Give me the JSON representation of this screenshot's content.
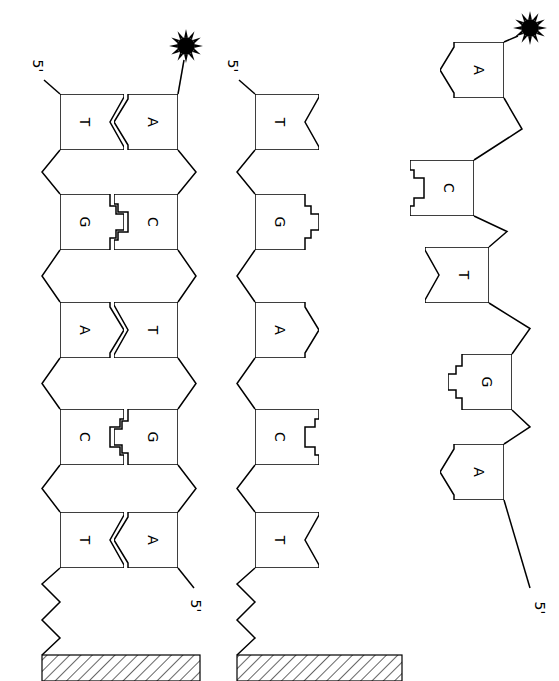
{
  "diagram": {
    "nodes": [
      {
        "text": [
          "T"
        ]
      },
      {
        "text": [
          "G"
        ]
      },
      {
        "text": [
          "A"
        ]
      },
      {
        "text": [
          "C"
        ]
      },
      {
        "text": [
          "T"
        ]
      },
      {
        "text": [
          "A"
        ]
      },
      {
        "text": [
          "C"
        ]
      },
      {
        "text": [
          "T"
        ]
      },
      {
        "text": [
          "G"
        ]
      },
      {
        "text": [
          "A"
        ]
      },
      {
        "text": [
          "T"
        ]
      },
      {
        "text": [
          "G"
        ]
      },
      {
        "text": [
          "A"
        ]
      },
      {
        "text": [
          "C"
        ]
      },
      {
        "text": [
          "T"
        ]
      },
      {
        "text": [
          "A"
        ]
      },
      {
        "text": [
          "C"
        ]
      },
      {
        "text": [
          "T"
        ]
      },
      {
        "text": [
          "G"
        ]
      },
      {
        "text": [
          "A"
        ]
      }
    ],
    "edges": [
      {
        "from": 0,
        "to": 1,
        "arrow": "none"
      },
      {
        "from": 1,
        "to": 2,
        "arrow": "none"
      },
      {
        "from": 2,
        "to": 3,
        "arrow": "none"
      },
      {
        "from": 3,
        "to": 4,
        "arrow": "none"
      },
      {
        "from": 5,
        "to": 6,
        "arrow": "none"
      },
      {
        "from": 6,
        "to": 7,
        "arrow": "none"
      },
      {
        "from": 7,
        "to": 8,
        "arrow": "none"
      },
      {
        "from": 8,
        "to": 9,
        "arrow": "none"
      },
      {
        "from": 10,
        "to": 11,
        "arrow": "none"
      },
      {
        "from": 11,
        "to": 12,
        "arrow": "none"
      },
      {
        "from": 12,
        "to": 13,
        "arrow": "none"
      },
      {
        "from": 13,
        "to": 14,
        "arrow": "none"
      },
      {
        "from": 15,
        "to": 16,
        "arrow": "none"
      },
      {
        "from": 16,
        "to": 17,
        "arrow": "none"
      },
      {
        "from": 17,
        "to": 18,
        "arrow": "none"
      },
      {
        "from": 18,
        "to": 19,
        "arrow": "none"
      }
    ],
    "labels": [
      "5'",
      "5'",
      "5'",
      "5'"
    ]
  }
}
